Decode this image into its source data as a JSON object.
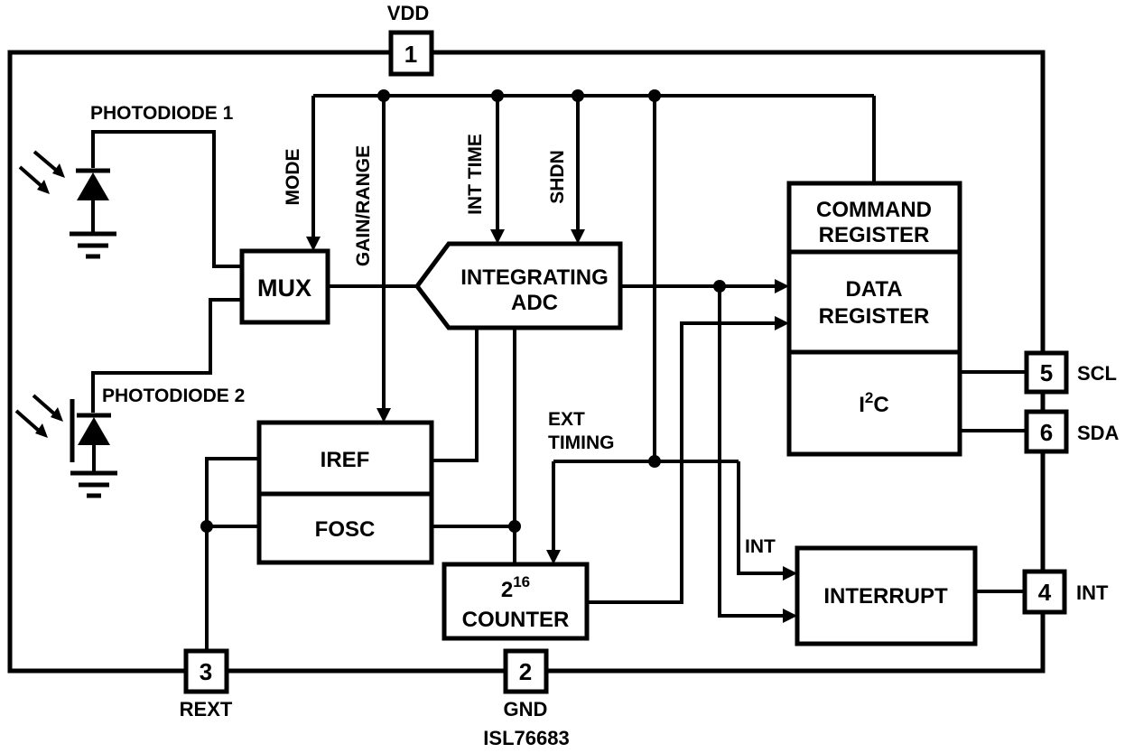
{
  "part_number": "ISL76683",
  "pins": [
    {
      "number": "1",
      "name": "VDD"
    },
    {
      "number": "2",
      "name": "GND"
    },
    {
      "number": "3",
      "name": "REXT"
    },
    {
      "number": "4",
      "name": "INT"
    },
    {
      "number": "5",
      "name": "SCL"
    },
    {
      "number": "6",
      "name": "SDA"
    }
  ],
  "blocks": {
    "mux": "MUX",
    "adc": {
      "line1": "INTEGRATING",
      "line2": "ADC"
    },
    "iref": "IREF",
    "fosc": "FOSC",
    "counter": {
      "base": "2",
      "exponent": "16",
      "line2": "COUNTER"
    },
    "command_register": {
      "line1": "COMMAND",
      "line2": "REGISTER"
    },
    "data_register": {
      "line1": "DATA",
      "line2": "REGISTER"
    },
    "i2c": {
      "part1": "I",
      "sup": "2",
      "part2": "C"
    },
    "interrupt": "INTERRUPT"
  },
  "signals": {
    "mode": "MODE",
    "gain_range": "GAIN/RANGE",
    "int_time": "INT TIME",
    "shdn": "SHDN",
    "ext_timing": {
      "line1": "EXT",
      "line2": "TIMING"
    },
    "int": "INT"
  },
  "photodiodes": {
    "pd1": "PHOTODIODE 1",
    "pd2": "PHOTODIODE 2"
  },
  "colors": {
    "ink": "#000000",
    "background": "#ffffff"
  }
}
